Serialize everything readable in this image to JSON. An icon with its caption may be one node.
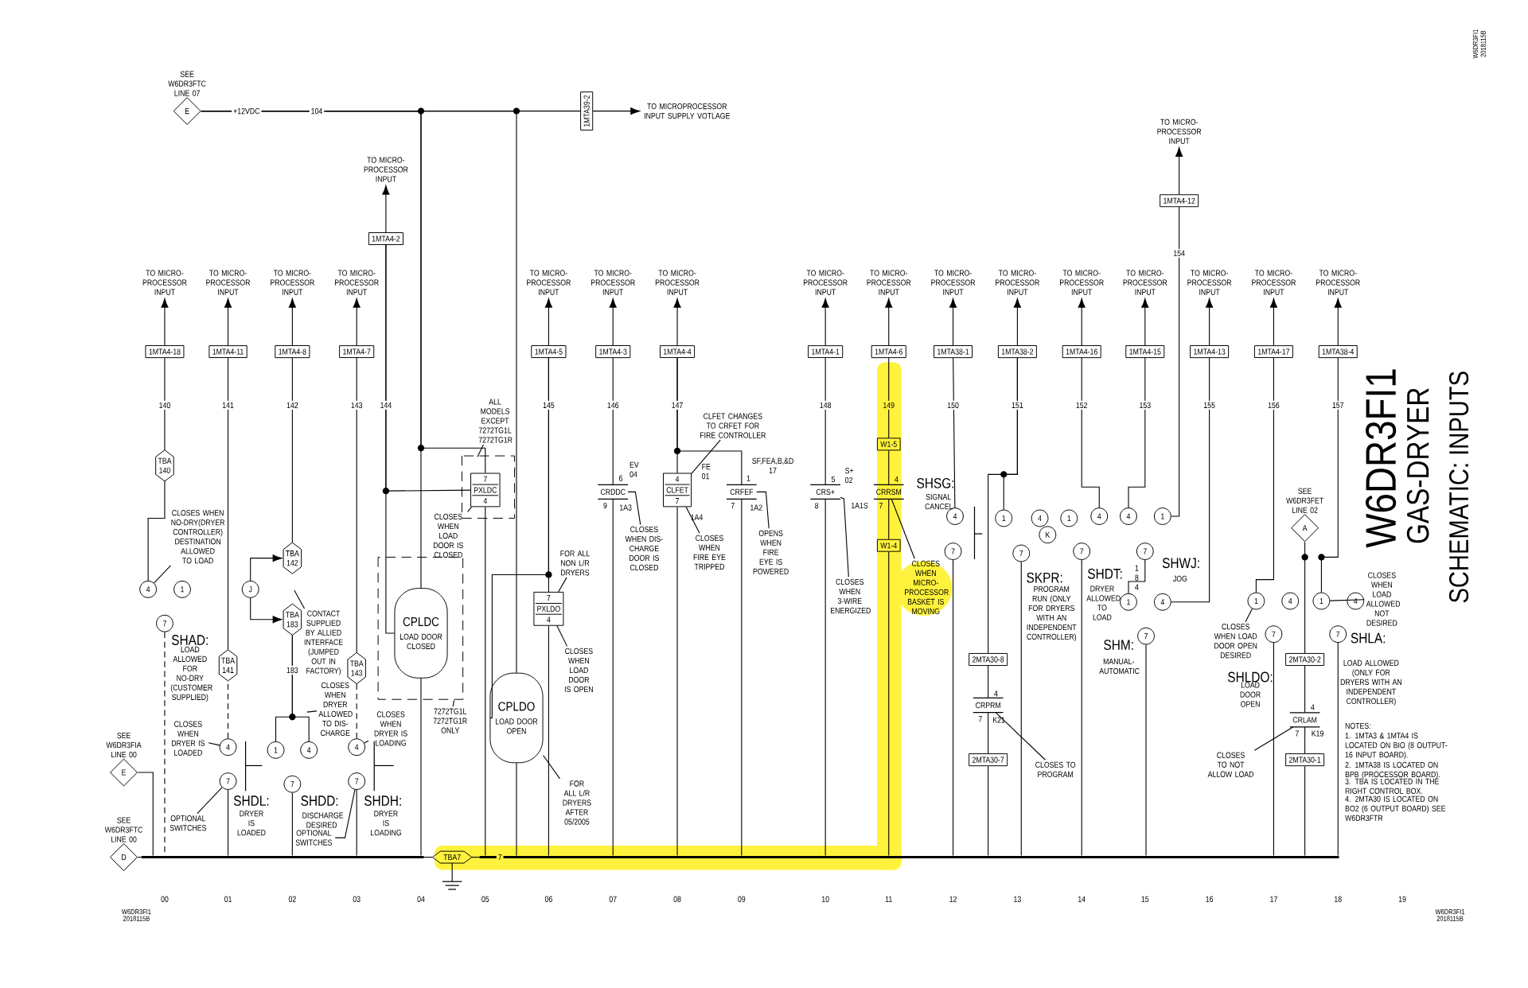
{
  "diagram": {
    "title": "W6DR3FI1",
    "nodes": [
      {
        "text": [
          "E"
        ],
        "beside": [
          "SEE W6DR3FTC LINE 07"
        ]
      },
      {
        "text": [
          "1MTA39-2"
        ]
      },
      {
        "text": [
          "TO MICROPROCESSOR INPUT SUPPLY VOTLAGE"
        ]
      },
      {
        "text": [
          "TO MICRO- PROCESSOR INPUT"
        ]
      },
      {
        "text": [
          "1MTA4-18"
        ]
      },
      {
        "text": [
          "TO MICRO- PROCESSOR INPUT"
        ]
      },
      {
        "text": [
          "1MTA4-11"
        ]
      },
      {
        "text": [
          "TO MICRO- PROCESSOR INPUT"
        ]
      },
      {
        "text": [
          "1MTA4-8"
        ]
      },
      {
        "text": [
          "TO MICRO- PROCESSOR INPUT"
        ]
      },
      {
        "text": [
          "1MTA4-7"
        ]
      },
      {
        "text": [
          "TO MICRO- PROCESSOR INPUT"
        ]
      },
      {
        "text": [
          "1MTA4-2"
        ]
      },
      {
        "text": [
          "TO MICRO- PROCESSOR INPUT"
        ]
      },
      {
        "text": [
          "1MTA4-5"
        ]
      },
      {
        "text": [
          "TO MICRO- PROCESSOR INPUT"
        ]
      },
      {
        "text": [
          "1MTA4-3"
        ]
      },
      {
        "text": [
          "TO MICRO- PROCESSOR INPUT"
        ]
      },
      {
        "text": [
          "1MTA4-4"
        ]
      },
      {
        "text": [
          "TO MICRO- PROCESSOR INPUT"
        ]
      },
      {
        "text": [
          "1MTA4-1"
        ]
      },
      {
        "text": [
          "TO MICRO- PROCESSOR INPUT"
        ]
      },
      {
        "text": [
          "1MTA4-6"
        ]
      },
      {
        "text": [
          "TO MICRO- PROCESSOR INPUT"
        ]
      },
      {
        "text": [
          "1MTA38-1"
        ]
      },
      {
        "text": [
          "TO MICRO- PROCESSOR INPUT"
        ]
      },
      {
        "text": [
          "1MTA38-2"
        ]
      },
      {
        "text": [
          "TO MICRO- PROCESSOR INPUT"
        ]
      },
      {
        "text": [
          "1MTA4-16"
        ]
      },
      {
        "text": [
          "TO MICRO- PROCESSOR INPUT"
        ]
      },
      {
        "text": [
          "1MTA4-15"
        ]
      },
      {
        "text": [
          "TO MICRO- PROCESSOR INPUT"
        ]
      },
      {
        "text": [
          "1MTA4-12"
        ]
      },
      {
        "text": [
          "TO MICRO- PROCESSOR INPUT"
        ]
      },
      {
        "text": [
          "1MTA4-13"
        ]
      },
      {
        "text": [
          "TO MICRO- PROCESSOR INPUT"
        ]
      },
      {
        "text": [
          "1MTA4-17"
        ]
      },
      {
        "text": [
          "TO MICRO- PROCESSOR INPUT"
        ]
      },
      {
        "text": [
          "1MTA38-4"
        ]
      },
      {
        "text": [
          "TBA 140"
        ]
      },
      {
        "text": [
          "4"
        ]
      },
      {
        "text": [
          "1"
        ]
      },
      {
        "text": [
          "7"
        ]
      },
      {
        "text": [
          "CLOSES WHEN NO-DRY(DRYER CONTROLLER) DESTINATION ALLOWED TO LOAD"
        ]
      },
      {
        "text": [
          "TBA 141"
        ]
      },
      {
        "text": [
          "4"
        ]
      },
      {
        "text": [
          "7"
        ]
      },
      {
        "text": [
          "CLOSES WHEN DRYER IS LOADED"
        ]
      },
      {
        "text": [
          "TBA 142"
        ]
      },
      {
        "text": [
          "TBA 183"
        ]
      },
      {
        "text": [
          "J"
        ]
      },
      {
        "text": [
          "CONTACT SUPPLIED BY ALLIED INTERFACE (JUMPED OUT IN FACTORY)"
        ]
      },
      {
        "text": [
          "1"
        ]
      },
      {
        "text": [
          "4"
        ]
      },
      {
        "text": [
          "7"
        ]
      },
      {
        "text": [
          "CLOSES WHEN DRYER ALLOWED TO DIS- CHARGE"
        ]
      },
      {
        "text": [
          "TBA 143"
        ]
      },
      {
        "text": [
          "4"
        ]
      },
      {
        "text": [
          "7"
        ]
      },
      {
        "text": [
          "CLOSES WHEN DRYER IS LOADING"
        ]
      },
      {
        "text": [
          "OPTIONAL SWITCHES"
        ]
      },
      {
        "text": [
          "OPTIONAL SWITCHES"
        ]
      },
      {
        "text": [
          "E"
        ],
        "beside": [
          "SEE W6DR3FIA LINE 00"
        ]
      },
      {
        "text": [
          "D"
        ],
        "beside": [
          "SEE W6DR3FTC LINE 00"
        ]
      },
      {
        "text": [
          "7",
          "PXLDC",
          "4"
        ]
      },
      {
        "text": [
          "ALL MODELS EXCEPT 7272TG1L 7272TG1R"
        ]
      },
      {
        "text": [
          "CLOSES WHEN LOAD DOOR IS CLOSED"
        ]
      },
      {
        "text": [
          "CPLDC",
          "LOAD DOOR CLOSED"
        ]
      },
      {
        "text": [
          "7272TG1L 7272TG1R ONLY"
        ]
      },
      {
        "text": [
          "7",
          "PXLDO",
          "4"
        ]
      },
      {
        "text": [
          "FOR ALL NON L/R DRYERS"
        ]
      },
      {
        "text": [
          "CLOSES WHEN LOAD DOOR IS OPEN"
        ]
      },
      {
        "text": [
          "CPLDO",
          "LOAD DOOR OPEN"
        ]
      },
      {
        "text": [
          "FOR ALL L/R DRYERS AFTER 05/2005"
        ]
      },
      {
        "text": [
          "TBA7"
        ]
      },
      {
        "text": [
          "CLFET CHANGES TO CRFET FOR FIRE CONTROLLER"
        ]
      },
      {
        "text": [
          "4",
          "CLFET",
          "7"
        ]
      },
      {
        "text": [
          "CLOSES WHEN DIS- CHARGE DOOR IS CLOSED"
        ]
      },
      {
        "text": [
          "CLOSES WHEN FIRE EYE TRIPPED"
        ]
      },
      {
        "text": [
          "OPENS WHEN FIRE EYE IS POWERED"
        ]
      },
      {
        "text": [
          "CLOSES WHEN 3-WIRE ENERGIZED"
        ]
      },
      {
        "text": [
          "W1-5"
        ]
      },
      {
        "text": [
          "W1-4"
        ]
      },
      {
        "text": [
          "CLOSES WHEN MICRO- PROCESSOR BASKET IS MOVING"
        ]
      },
      {
        "text": [
          "4"
        ]
      },
      {
        "text": [
          "7"
        ]
      },
      {
        "text": [
          "1"
        ]
      },
      {
        "text": [
          "4"
        ]
      },
      {
        "text": [
          "K"
        ]
      },
      {
        "text": [
          "1"
        ]
      },
      {
        "text": [
          "7"
        ]
      },
      {
        "text": [
          "4"
        ]
      },
      {
        "text": [
          "7"
        ]
      },
      {
        "text": [
          "4"
        ]
      },
      {
        "text": [
          "1"
        ]
      },
      {
        "text": [
          "7"
        ]
      },
      {
        "text": [
          "1"
        ]
      },
      {
        "text": [
          "4"
        ]
      },
      {
        "text": [
          "7"
        ]
      },
      {
        "text": [
          "2MTA30-8"
        ]
      },
      {
        "text": [
          "2MTA30-7"
        ]
      },
      {
        "text": [
          "CLOSES TO PROGRAM"
        ]
      },
      {
        "text": [
          "1"
        ]
      },
      {
        "text": [
          "4"
        ]
      },
      {
        "text": [
          "7"
        ]
      },
      {
        "text": [
          "CLOSES WHEN LOAD DOOR OPEN DESIRED"
        ]
      },
      {
        "text": [
          "A"
        ],
        "beside": [
          "SEE W6DR3FET LINE 02"
        ]
      },
      {
        "text": [
          "2MTA30-2"
        ]
      },
      {
        "text": [
          "2MTA30-1"
        ]
      },
      {
        "text": [
          "CLOSES TO NOT ALLOW LOAD"
        ]
      },
      {
        "text": [
          "1"
        ]
      },
      {
        "text": [
          "4"
        ]
      },
      {
        "text": [
          "7"
        ]
      },
      {
        "text": [
          "CLOSES WHEN LOAD ALLOWED NOT DESIRED"
        ]
      },
      {
        "text": [
          "CRDDC"
        ]
      },
      {
        "text": [
          "CRFEF"
        ]
      },
      {
        "text": [
          "CRS+"
        ]
      },
      {
        "text": [
          "CRRSM"
        ]
      },
      {
        "text": [
          "CRPRM"
        ]
      },
      {
        "text": [
          "CRLAM"
        ]
      },
      {
        "text": [],
        "shape": "bar"
      },
      {
        "text": [],
        "shape": "bar"
      }
    ],
    "edges": [
      {
        "from": 0,
        "to": 1,
        "arrow": "none"
      },
      {
        "from": 1,
        "to": 2,
        "arrow": "to"
      },
      {
        "from": 4,
        "to": 3,
        "arrow": "to"
      },
      {
        "from": 6,
        "to": 5,
        "arrow": "to"
      },
      {
        "from": 8,
        "to": 7,
        "arrow": "to"
      },
      {
        "from": 10,
        "to": 9,
        "arrow": "to"
      },
      {
        "from": 12,
        "to": 11,
        "arrow": "to"
      },
      {
        "from": 14,
        "to": 13,
        "arrow": "to"
      },
      {
        "from": 16,
        "to": 15,
        "arrow": "to"
      },
      {
        "from": 18,
        "to": 17,
        "arrow": "to"
      },
      {
        "from": 20,
        "to": 19,
        "arrow": "to"
      },
      {
        "from": 22,
        "to": 21,
        "arrow": "to"
      },
      {
        "from": 24,
        "to": 23,
        "arrow": "to"
      },
      {
        "from": 26,
        "to": 25,
        "arrow": "to"
      },
      {
        "from": 28,
        "to": 27,
        "arrow": "to"
      },
      {
        "from": 30,
        "to": 29,
        "arrow": "to"
      },
      {
        "from": 32,
        "to": 31,
        "arrow": "to"
      },
      {
        "from": 34,
        "to": 33,
        "arrow": "to"
      },
      {
        "from": 36,
        "to": 35,
        "arrow": "to"
      },
      {
        "from": 38,
        "to": 37,
        "arrow": "to"
      },
      {
        "from": 0,
        "to": 64,
        "arrow": "none"
      },
      {
        "from": 0,
        "to": 67,
        "arrow": "none"
      },
      {
        "from": 0,
        "to": 72,
        "arrow": "none"
      },
      {
        "from": 39,
        "to": 4,
        "arrow": "none"
      },
      {
        "from": 40,
        "to": 39,
        "arrow": "none"
      },
      {
        "from": 43,
        "to": 40,
        "arrow": "none"
      },
      {
        "from": 44,
        "to": 6,
        "arrow": "none"
      },
      {
        "from": 45,
        "to": 44,
        "arrow": "none",
        "style": "dashed"
      },
      {
        "from": 47,
        "to": 45,
        "arrow": "none"
      },
      {
        "from": 48,
        "to": 8,
        "arrow": "none"
      },
      {
        "from": 50,
        "to": 48,
        "arrow": "to"
      },
      {
        "from": 50,
        "to": 49,
        "arrow": "to"
      },
      {
        "from": 49,
        "to": 52,
        "arrow": "none"
      },
      {
        "from": 49,
        "to": 53,
        "arrow": "none"
      },
      {
        "from": 51,
        "to": null,
        "arrow": "none"
      },
      {
        "from": 55,
        "to": null,
        "arrow": "none"
      },
      {
        "from": 56,
        "to": 10,
        "arrow": "none"
      },
      {
        "from": 57,
        "to": 56,
        "arrow": "none",
        "style": "dashed"
      },
      {
        "from": 59,
        "to": 57,
        "arrow": "none"
      },
      {
        "from": 60,
        "to": 46,
        "arrow": "none"
      },
      {
        "from": 61,
        "to": 58,
        "arrow": "none"
      },
      {
        "from": 12,
        "to": 64,
        "arrow": "none"
      },
      {
        "from": 12,
        "to": 67,
        "arrow": "none"
      },
      {
        "from": 65,
        "to": null,
        "arrow": "none"
      },
      {
        "from": 66,
        "to": 64,
        "arrow": "none"
      },
      {
        "from": 68,
        "to": null,
        "arrow": "none"
      },
      {
        "from": 14,
        "to": 69,
        "arrow": "none"
      },
      {
        "from": 14,
        "to": 72,
        "arrow": "none"
      },
      {
        "from": 70,
        "to": 69,
        "arrow": "none"
      },
      {
        "from": 71,
        "to": 69,
        "arrow": "none"
      },
      {
        "from": 73,
        "to": 72,
        "arrow": "none"
      },
      {
        "from": 75,
        "to": 76,
        "arrow": "none"
      },
      {
        "from": 18,
        "to": 76,
        "arrow": "none"
      },
      {
        "from": 18,
        "to": 115,
        "arrow": "none"
      },
      {
        "from": 16,
        "to": 114,
        "arrow": "none"
      },
      {
        "from": 20,
        "to": 116,
        "arrow": "none"
      },
      {
        "from": 22,
        "to": 81,
        "arrow": "none"
      },
      {
        "from": 81,
        "to": 117,
        "arrow": "none"
      },
      {
        "from": 117,
        "to": 82,
        "arrow": "none"
      },
      {
        "from": 77,
        "to": 114,
        "arrow": "none"
      },
      {
        "from": 78,
        "to": 76,
        "arrow": "none"
      },
      {
        "from": 79,
        "to": 115,
        "arrow": "none"
      },
      {
        "from": 80,
        "to": 116,
        "arrow": "none"
      },
      {
        "from": 83,
        "to": 117,
        "arrow": "none"
      },
      {
        "from": 24,
        "to": 84,
        "arrow": "none"
      },
      {
        "from": 26,
        "to": 86,
        "arrow": "none"
      },
      {
        "from": 26,
        "to": 99,
        "arrow": "none"
      },
      {
        "from": 99,
        "to": 118,
        "arrow": "none"
      },
      {
        "from": 118,
        "to": 100,
        "arrow": "none"
      },
      {
        "from": 101,
        "to": 118,
        "arrow": "none"
      },
      {
        "from": 28,
        "to": 91,
        "arrow": "none"
      },
      {
        "from": 30,
        "to": 93,
        "arrow": "none"
      },
      {
        "from": 32,
        "to": 94,
        "arrow": "none"
      },
      {
        "from": 95,
        "to": 96,
        "arrow": "none"
      },
      {
        "from": 34,
        "to": 97,
        "arrow": "none"
      },
      {
        "from": 36,
        "to": 102,
        "arrow": "none"
      },
      {
        "from": 105,
        "to": 102,
        "arrow": "none"
      },
      {
        "from": 106,
        "to": 107,
        "arrow": "none"
      },
      {
        "from": 107,
        "to": 119,
        "arrow": "none"
      },
      {
        "from": 119,
        "to": 108,
        "arrow": "none"
      },
      {
        "from": 109,
        "to": 119,
        "arrow": "none"
      },
      {
        "from": 38,
        "to": 110,
        "arrow": "none"
      },
      {
        "from": 113,
        "to": 110,
        "arrow": "none"
      },
      {
        "from": 63,
        "to": 120,
        "arrow": "none"
      },
      {
        "from": 62,
        "to": 120,
        "arrow": "none"
      },
      {
        "from": 42,
        "to": 120,
        "arrow": "none",
        "style": "dashed"
      },
      {
        "from": 46,
        "to": 120,
        "arrow": "none"
      },
      {
        "from": 54,
        "to": 120,
        "arrow": "none"
      },
      {
        "from": 58,
        "to": 120,
        "arrow": "none"
      },
      {
        "from": 67,
        "to": 120,
        "arrow": "none"
      },
      {
        "from": 120,
        "to": 74,
        "arrow": "none"
      },
      {
        "from": 74,
        "to": 121,
        "arrow": "none"
      },
      {
        "from": 64,
        "to": 121,
        "arrow": "none"
      },
      {
        "from": 72,
        "to": 121,
        "arrow": "none"
      },
      {
        "from": 69,
        "to": 121,
        "arrow": "none"
      },
      {
        "from": 114,
        "to": 121,
        "arrow": "none"
      },
      {
        "from": 76,
        "to": 121,
        "arrow": "none"
      },
      {
        "from": 115,
        "to": 121,
        "arrow": "none"
      },
      {
        "from": 116,
        "to": 121,
        "arrow": "none"
      },
      {
        "from": 82,
        "to": 121,
        "arrow": "none"
      },
      {
        "from": 85,
        "to": 121,
        "arrow": "none"
      },
      {
        "from": 90,
        "to": 121,
        "arrow": "none"
      },
      {
        "from": 100,
        "to": 121,
        "arrow": "none"
      },
      {
        "from": 92,
        "to": 121,
        "arrow": "none"
      },
      {
        "from": 98,
        "to": 121,
        "arrow": "none"
      },
      {
        "from": 104,
        "to": 121,
        "arrow": "none"
      },
      {
        "from": 108,
        "to": 121,
        "arrow": "none"
      },
      {
        "from": 112,
        "to": 121,
        "arrow": "none"
      }
    ],
    "labels": [
      "+12VDC",
      "104",
      "140",
      "141",
      "142",
      "143",
      "144",
      "145",
      "146",
      "147",
      "148",
      "149",
      "150",
      "151",
      "152",
      "153",
      "154",
      "155",
      "156",
      "157",
      "SHAD:",
      "LOAD ALLOWED FOR NO-DRY (CUSTOMER SUPPLIED)",
      "183",
      "SHDL:",
      "DRYER IS LOADED",
      "SHDD:",
      "DISCHARGE DESIRED",
      "SHDH:",
      "DRYER IS LOADING",
      "EV 04",
      "6",
      "9",
      "1A3",
      "FE 01",
      "1A4",
      "SF,FEA,B,&D 17",
      "1",
      "7",
      "1A2",
      "S+ 02",
      "5",
      "8",
      "1A1S",
      "4",
      "7",
      "SHSG:",
      "SIGNAL CANCEL",
      "SKPR:",
      "PROGRAM RUN (ONLY FOR DRYERS WITH AN INDEPENDENT CONTROLLER)",
      "SHDT:",
      "DRYER ALLOWED TO LOAD",
      "1 8 4",
      "SHWJ:",
      "JOG",
      "SHM:",
      "MANUAL- AUTOMATIC",
      "4",
      "7",
      "K21",
      "SHLDO:",
      "LOAD DOOR OPEN",
      "4",
      "7",
      "K19",
      "SHLA:",
      "LOAD ALLOWED (ONLY FOR DRYERS WITH AN INDEPENDENT CONTROLLER)",
      "NOTES:",
      "1. 1MTA3 & 1MTA4 IS LOCATED ON BIO (8 OUTPUT- 16 INPUT BOARD).",
      "2. 1MTA38 IS LOCATED ON BPB (PROCESSOR BOARD).",
      "3. TBA IS LOCATED IN THE RIGHT CONTROL BOX.",
      "4. 2MTA30 IS LOCATED ON BO2 (6 OUTPUT BOARD) SEE W6DR3FTR",
      "7",
      "00",
      "01",
      "02",
      "03",
      "04",
      "05",
      "06",
      "07",
      "08",
      "09",
      "10",
      "11",
      "12",
      "13",
      "14",
      "15",
      "16",
      "17",
      "18",
      "19",
      "W6DR3FI1",
      "2018115B",
      "W6DR3FI1",
      "2018115B",
      "W6DR3FI1",
      "2018115B",
      "GAS-DRYER",
      "SCHEMATIC: INPUTS"
    ]
  }
}
